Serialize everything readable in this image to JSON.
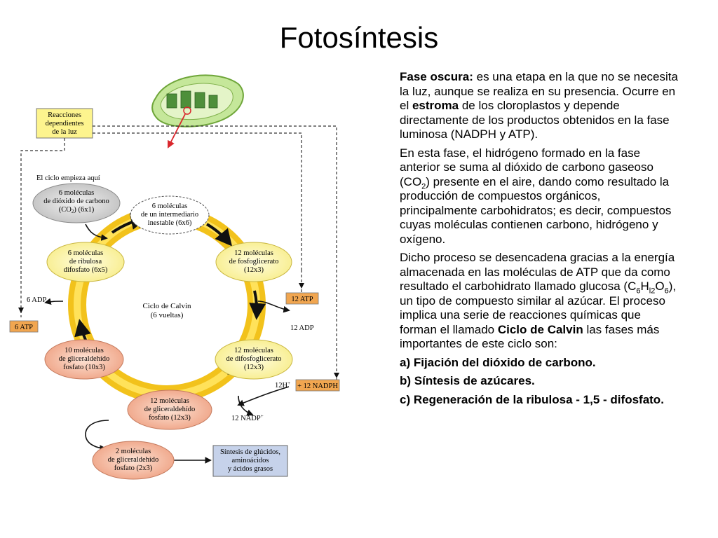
{
  "title": "Fotosíntesis",
  "diagram": {
    "reacciones_box": [
      "Reacciones",
      "dependientes",
      "de la luz"
    ],
    "ciclo_empieza": "El ciclo empieza aquí",
    "co2_node": [
      "6 moléculas",
      "de dióxido de carbono",
      "(CO",
      ")  (6x1)"
    ],
    "co2_sub": "2",
    "intermediario_node": [
      "6 moléculas",
      "de un intermediario",
      "inestable (6x6)"
    ],
    "fosfoglicerato_node": [
      "12 moléculas",
      "de fosfoglicerato",
      "(12x3)"
    ],
    "ribulosa_node": [
      "6 moléculas",
      "de ribulosa",
      "difosfato (6x5)"
    ],
    "ciclo_center": [
      "Ciclo de Calvin",
      "(6 vueltas)"
    ],
    "difosfoglicerato_node": [
      "12 moléculas",
      "de difosfoglicerato",
      "(12x3)"
    ],
    "gliceraldehido10_node": [
      "10 moléculas",
      "de gliceraldehído",
      "fosfato (10x3)"
    ],
    "gliceraldehido12_node": [
      "12 moléculas",
      "de gliceraldehído",
      "fosfato (12x3)"
    ],
    "gliceraldehido2_node": [
      "2 moléculas",
      "de gliceraldehído",
      "fosfato (2x3)"
    ],
    "sintesis_box": [
      "Síntesis de glúcidos,",
      "aminoácidos",
      "y ácidos grasos"
    ],
    "atp12_box": "12 ATP",
    "adp12": "12 ADP",
    "adp6": "6 ADP",
    "atp6_box": "6 ATP",
    "h12": "12H",
    "h_sup": "+",
    "nadph12_box": "+ 12 NADPH",
    "nadp12": "12 NADP",
    "nadp_sup": "+"
  },
  "text": {
    "p1_label": "Fase oscura:",
    "p1_a": "  es una etapa en la que no se necesita la luz, aunque se realiza en su presencia. Ocurre en el ",
    "p1_estroma": "estroma",
    "p1_b": "  de los cloroplastos y depende directamente de los productos obtenidos en la fase luminosa (NADPH y ATP).",
    "p2_a": "En esta fase, el hidrógeno formado en la fase anterior se suma al dióxido de carbono gaseoso (CO",
    "p2_sub": "2",
    "p2_b": ") presente en el aire, dando como resultado la producción de compuestos orgánicos, principalmente carbohidratos; es decir, compuestos cuyas moléculas contienen carbono, hidrógeno y oxígeno.",
    "p3_a": "Dicho proceso se desencadena gracias a la energía almacenada en las moléculas de ATP que da como resultado el carbohidrato llamado glucosa (C",
    "p3_sub1": "6",
    "p3_h": "H",
    "p3_sub2": "l2",
    "p3_o": "O",
    "p3_sub3": "6",
    "p3_b": "), un tipo de compuesto similar al azúcar. El proceso implica una serie de reacciones químicas que forman el llamado ",
    "p3_calvin": "Ciclo de Calvin",
    "p3_c": " las fases más importantes de este ciclo son:",
    "item_a": "a) Fijación del dióxido de carbono.",
    "item_b": "b) Síntesis de azúcares.",
    "item_c": "c) Regeneración de la ribulosa - 1,5 - difosfato."
  },
  "colors": {
    "ring": "#f2c21b",
    "ring_inner": "#ffe25a",
    "yellow_node": "#fdf7b0",
    "salmon_node": "#f3b79d",
    "gray_node": "#d6d6d6",
    "orange_box": "#f1a650",
    "blue_box": "#c6d2ea",
    "arrow_red": "#d9262c"
  }
}
